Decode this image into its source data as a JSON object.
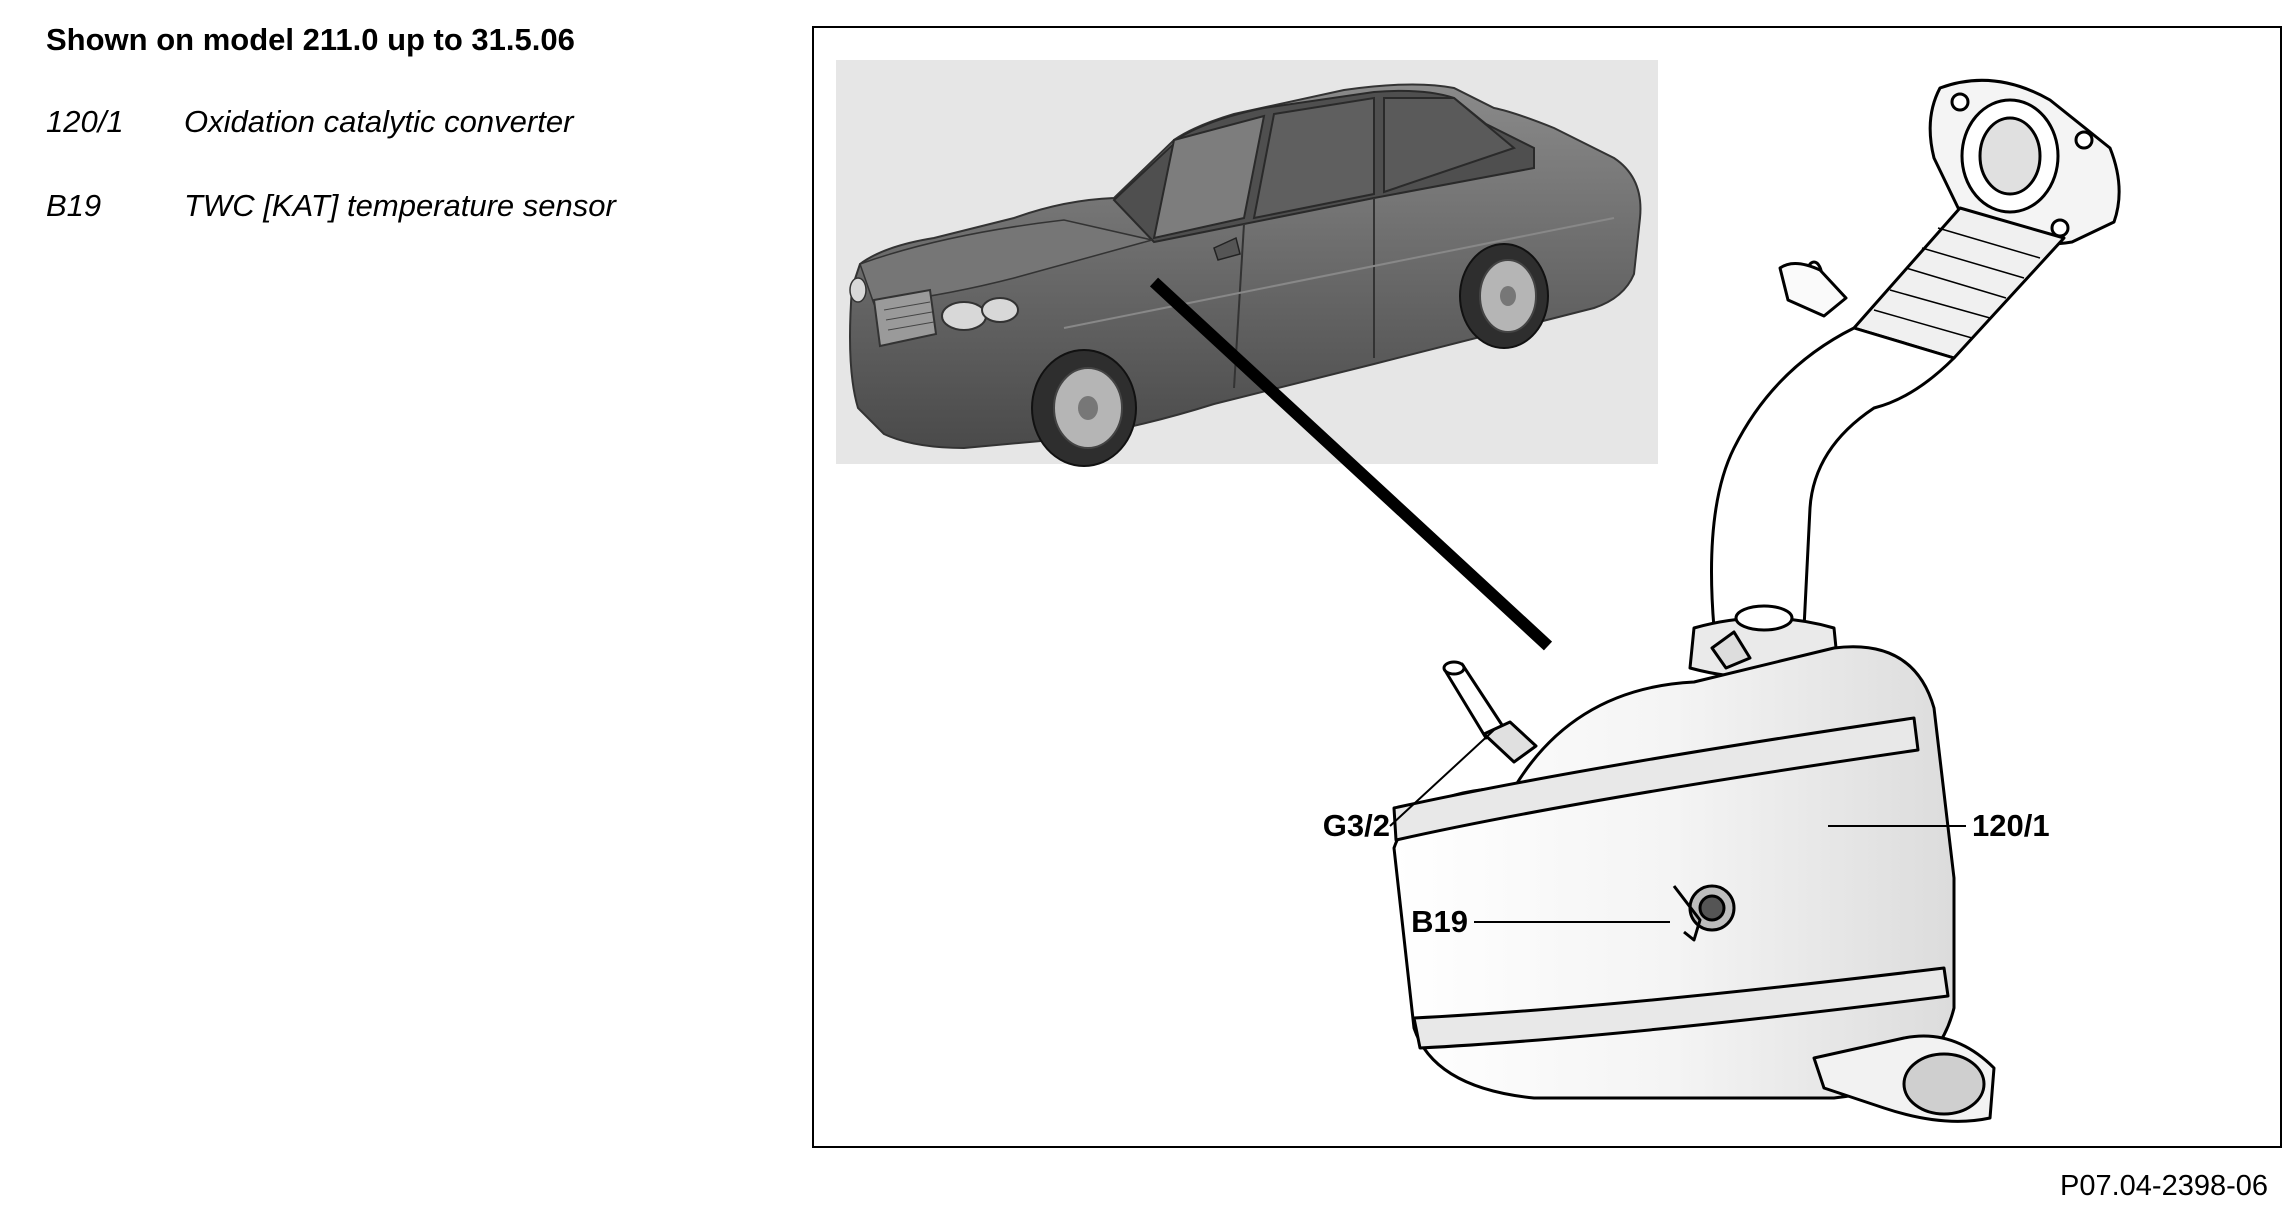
{
  "heading": "Shown on model 211.0 up to 31.5.06",
  "legend": [
    {
      "code": "120/1",
      "description": "Oxidation catalytic converter"
    },
    {
      "code": "B19",
      "description": "TWC [KAT] temperature sensor"
    }
  ],
  "callouts": {
    "g3_2": "G3/2",
    "c120_1": "120/1",
    "b19": "B19"
  },
  "figure_code": "P07.04-2398-06",
  "colors": {
    "car_body": "#6b6b6b",
    "car_background": "#e6e6e6",
    "component_outline": "#000000"
  }
}
